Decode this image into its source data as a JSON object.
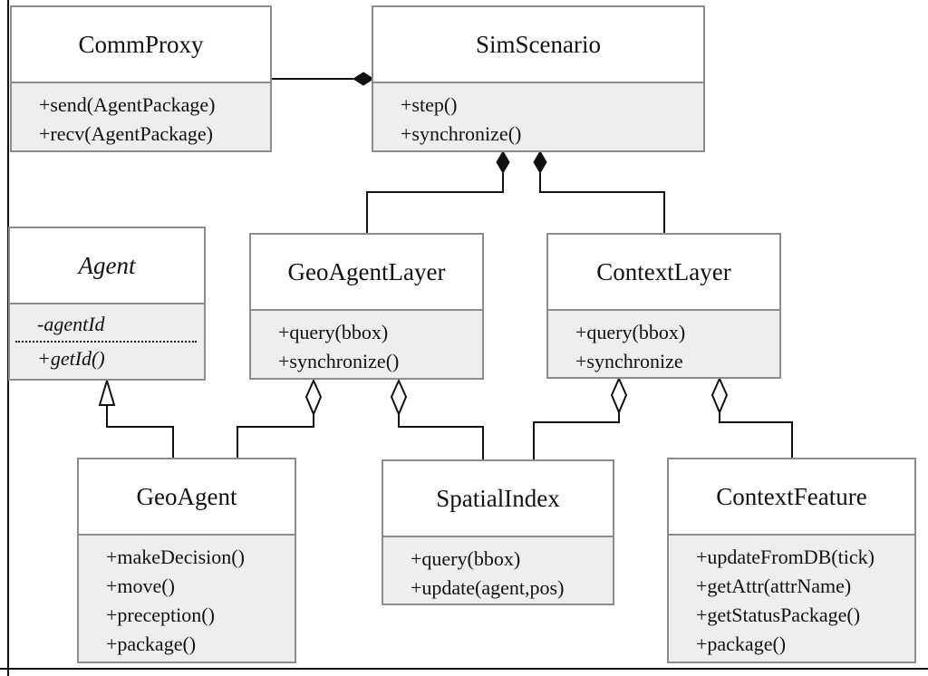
{
  "classes": {
    "commproxy": {
      "name": "CommProxy",
      "operations": [
        "+send(AgentPackage)",
        "+recv(AgentPackage)"
      ]
    },
    "simscenario": {
      "name": "SimScenario",
      "operations": [
        "+step()",
        "+synchronize()"
      ]
    },
    "agent": {
      "name": "Agent",
      "attributes": [
        "-agentId"
      ],
      "operations": [
        "+getId()"
      ]
    },
    "geoagentlayer": {
      "name": "GeoAgentLayer",
      "operations": [
        "+query(bbox)",
        "+synchronize()"
      ]
    },
    "contextlayer": {
      "name": "ContextLayer",
      "operations": [
        "+query(bbox)",
        "+synchronize"
      ]
    },
    "geoagent": {
      "name": "GeoAgent",
      "operations": [
        "+makeDecision()",
        "+move()",
        "+preception()",
        "+package()"
      ]
    },
    "spatialindex": {
      "name": "SpatialIndex",
      "operations": [
        "+query(bbox)",
        "+update(agent,pos)"
      ]
    },
    "contextfeature": {
      "name": "ContextFeature",
      "operations": [
        "+updateFromDB(tick)",
        "+getAttr(attrName)",
        "+getStatusPackage()",
        "+package()"
      ]
    }
  },
  "relationships": [
    {
      "type": "composition",
      "whole": "SimScenario",
      "part": "CommProxy"
    },
    {
      "type": "composition",
      "whole": "SimScenario",
      "part": "GeoAgentLayer"
    },
    {
      "type": "composition",
      "whole": "SimScenario",
      "part": "ContextLayer"
    },
    {
      "type": "generalization",
      "parent": "Agent",
      "child": "GeoAgent"
    },
    {
      "type": "aggregation",
      "whole": "GeoAgentLayer",
      "part": "GeoAgent"
    },
    {
      "type": "aggregation",
      "whole": "GeoAgentLayer",
      "part": "SpatialIndex"
    },
    {
      "type": "aggregation",
      "whole": "ContextLayer",
      "part": "SpatialIndex"
    },
    {
      "type": "aggregation",
      "whole": "ContextLayer",
      "part": "ContextFeature"
    }
  ]
}
